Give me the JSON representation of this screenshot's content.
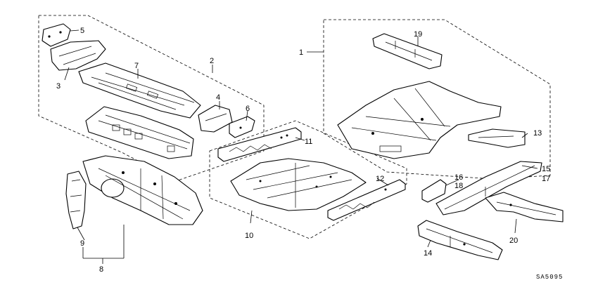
{
  "diagram": {
    "code": "SA5095",
    "callouts": [
      {
        "id": "1",
        "label": "1"
      },
      {
        "id": "2",
        "label": "2"
      },
      {
        "id": "3",
        "label": "3"
      },
      {
        "id": "4",
        "label": "4"
      },
      {
        "id": "5",
        "label": "5"
      },
      {
        "id": "6",
        "label": "6"
      },
      {
        "id": "7",
        "label": "7"
      },
      {
        "id": "8",
        "label": "8"
      },
      {
        "id": "9",
        "label": "9"
      },
      {
        "id": "10",
        "label": "10"
      },
      {
        "id": "11",
        "label": "11"
      },
      {
        "id": "12",
        "label": "12"
      },
      {
        "id": "13",
        "label": "13"
      },
      {
        "id": "14",
        "label": "14"
      },
      {
        "id": "15",
        "label": "15"
      },
      {
        "id": "16",
        "label": "16"
      },
      {
        "id": "17",
        "label": "17"
      },
      {
        "id": "18",
        "label": "18"
      },
      {
        "id": "19",
        "label": "19"
      },
      {
        "id": "20",
        "label": "20"
      }
    ]
  }
}
